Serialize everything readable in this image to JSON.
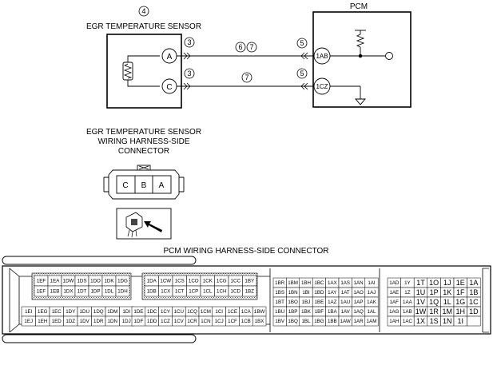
{
  "circuit": {
    "sensor_callout": "4",
    "sensor_title": "EGR TEMPERATURE SENSOR",
    "pcm_title": "PCM",
    "terminal_a": "A",
    "terminal_c": "C",
    "pin_a_callout": "3",
    "pin_c_callout": "3",
    "wire_top_callouts": [
      "6",
      "7"
    ],
    "wire_bottom_callout": "7",
    "pcm_pin_top_callout": "5",
    "pcm_pin_bottom_callout": "5",
    "pcm_pin_top": "1AB",
    "pcm_pin_bottom": "1CZ"
  },
  "sensor_connector": {
    "title_lines": [
      "EGR TEMPERATURE SENSOR",
      "WIRING HARNESS-SIDE",
      "CONNECTOR"
    ],
    "pins": [
      "C",
      "B",
      "A"
    ]
  },
  "pcm_connector": {
    "title": "PCM WIRING HARNESS-SIDE CONNECTOR",
    "block1": [
      [
        "1EF",
        "1EA",
        "1DW",
        "1DS",
        "1DO",
        "1DK",
        "1DG"
      ],
      [
        "1EF",
        "1EB",
        "1DX",
        "1DT",
        "1DP",
        "1DL",
        "1DH"
      ]
    ],
    "block2": [
      [
        "1DA",
        "1CW",
        "1CS",
        "1CO",
        "1CK",
        "1CG",
        "1CC",
        "1BY"
      ],
      [
        "1DB",
        "1CX",
        "1CT",
        "1CP",
        "1CL",
        "1CH",
        "1CD",
        "1BZ"
      ]
    ],
    "block3": [
      [
        "1EI",
        "1EG",
        "1EC",
        "1DY",
        "1DU",
        "1DQ",
        "1DM",
        "1DI"
      ],
      [
        "1EJ",
        "1EH",
        "1ED",
        "1DZ",
        "1DV",
        "1DR",
        "1DN",
        "1DJ"
      ]
    ],
    "block4": [
      [
        "1DE",
        "1DC",
        "1CY",
        "1CU",
        "1CQ",
        "1CM",
        "1CI",
        "1CE",
        "1CA",
        "1BW"
      ],
      [
        "1DF",
        "1DD",
        "1CZ",
        "1CV",
        "1CR",
        "1CN",
        "1CJ",
        "1CF",
        "1CB",
        "1BX"
      ]
    ],
    "block5": [
      [
        "1BR",
        "1BM",
        "1BH",
        "1BC",
        "1AX",
        "1AS",
        "1AN",
        "1AI"
      ],
      [
        "1BS",
        "1BN",
        "1BI",
        "1BD",
        "1AY",
        "1AT",
        "1AO",
        "1AJ"
      ],
      [
        "1BT",
        "1BO",
        "1BJ",
        "1BE",
        "1AZ",
        "1AU",
        "1AP",
        "1AK"
      ],
      [
        "1BU",
        "1BP",
        "1BK",
        "1BF",
        "1BA",
        "1AV",
        "1AQ",
        "1AL"
      ],
      [
        "1BV",
        "1BQ",
        "1BL",
        "1BG",
        "1BB",
        "1AW",
        "1AR",
        "1AM"
      ]
    ],
    "block6": [
      [
        "1AD",
        "1Y",
        "1T",
        "1O",
        "1J",
        "1E",
        "1A"
      ],
      [
        "1AE",
        "1Z",
        "1U",
        "1P",
        "1K",
        "1F",
        "1B"
      ],
      [
        "1AF",
        "1AA",
        "1V",
        "1Q",
        "1L",
        "1G",
        "1C"
      ],
      [
        "1AG",
        "1AB",
        "1W",
        "1R",
        "1M",
        "1H",
        "1D"
      ],
      [
        "1AH",
        "1AC",
        "1X",
        "1S",
        "1N",
        "1I",
        ""
      ]
    ]
  }
}
